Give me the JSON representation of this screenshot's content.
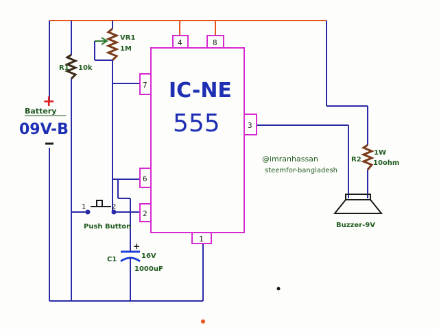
{
  "ic": {
    "title": "IC-NE",
    "number": "555"
  },
  "pins": {
    "p1": "1",
    "p2": "2",
    "p3": "3",
    "p4": "4",
    "p6": "6",
    "p7": "7",
    "p8": "8"
  },
  "components": {
    "vr1_name": "VR1",
    "vr1_value": "1M",
    "r1_name": "R1",
    "r1_value": "10k",
    "r2_name": "R2",
    "r2_value_1": "1W",
    "r2_value_2": "10ohm",
    "c1_name": "C1",
    "c1_value_1": "16V",
    "c1_value_2": "1000uF",
    "c1_plus": "+",
    "battery_label": "Battery",
    "battery_voltage": "09V-B",
    "battery_plus": "+",
    "battery_minus": "−",
    "button_label": "Push Button",
    "button_pin1": "1",
    "button_pin2": "2",
    "buzzer_label": "Buzzer-9V"
  },
  "watermark": {
    "line1": "@imranhassan",
    "line2": "steemfor-bangladesh"
  },
  "colors": {
    "ic": "#d62ad0",
    "positive_rail": "#e8531d",
    "wire": "#2a2aa8",
    "resistor": "#7a3b1a",
    "capacitor": "#1f3fd6",
    "battery_red": "#e02020"
  }
}
